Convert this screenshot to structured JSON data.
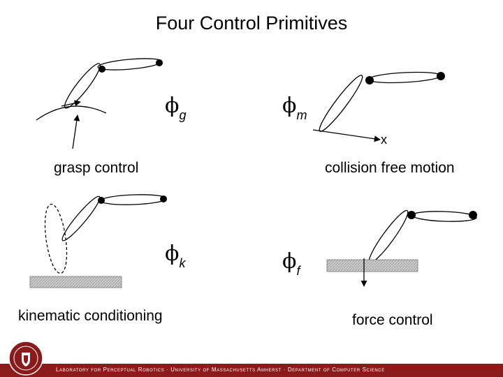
{
  "title": "Four Control Primitives",
  "panels": [
    {
      "caption": "grasp control",
      "symbol": "ϕ",
      "subscript": "g"
    },
    {
      "caption": "collision free motion",
      "symbol": "ϕ",
      "subscript": "m",
      "axis_label": "x"
    },
    {
      "caption": "kinematic conditioning",
      "symbol": "ϕ",
      "subscript": "k"
    },
    {
      "caption": "force control",
      "symbol": "ϕ",
      "subscript": "f"
    }
  ],
  "footer": {
    "text": "Laboratory for Perceptual Robotics · University of Massachusetts Amherst · Department of Computer Science"
  },
  "colors": {
    "footer_bar": "#8b1a1a",
    "surface_fill": "#c8c8c8"
  },
  "icons": {
    "seal": "university-seal-icon"
  }
}
